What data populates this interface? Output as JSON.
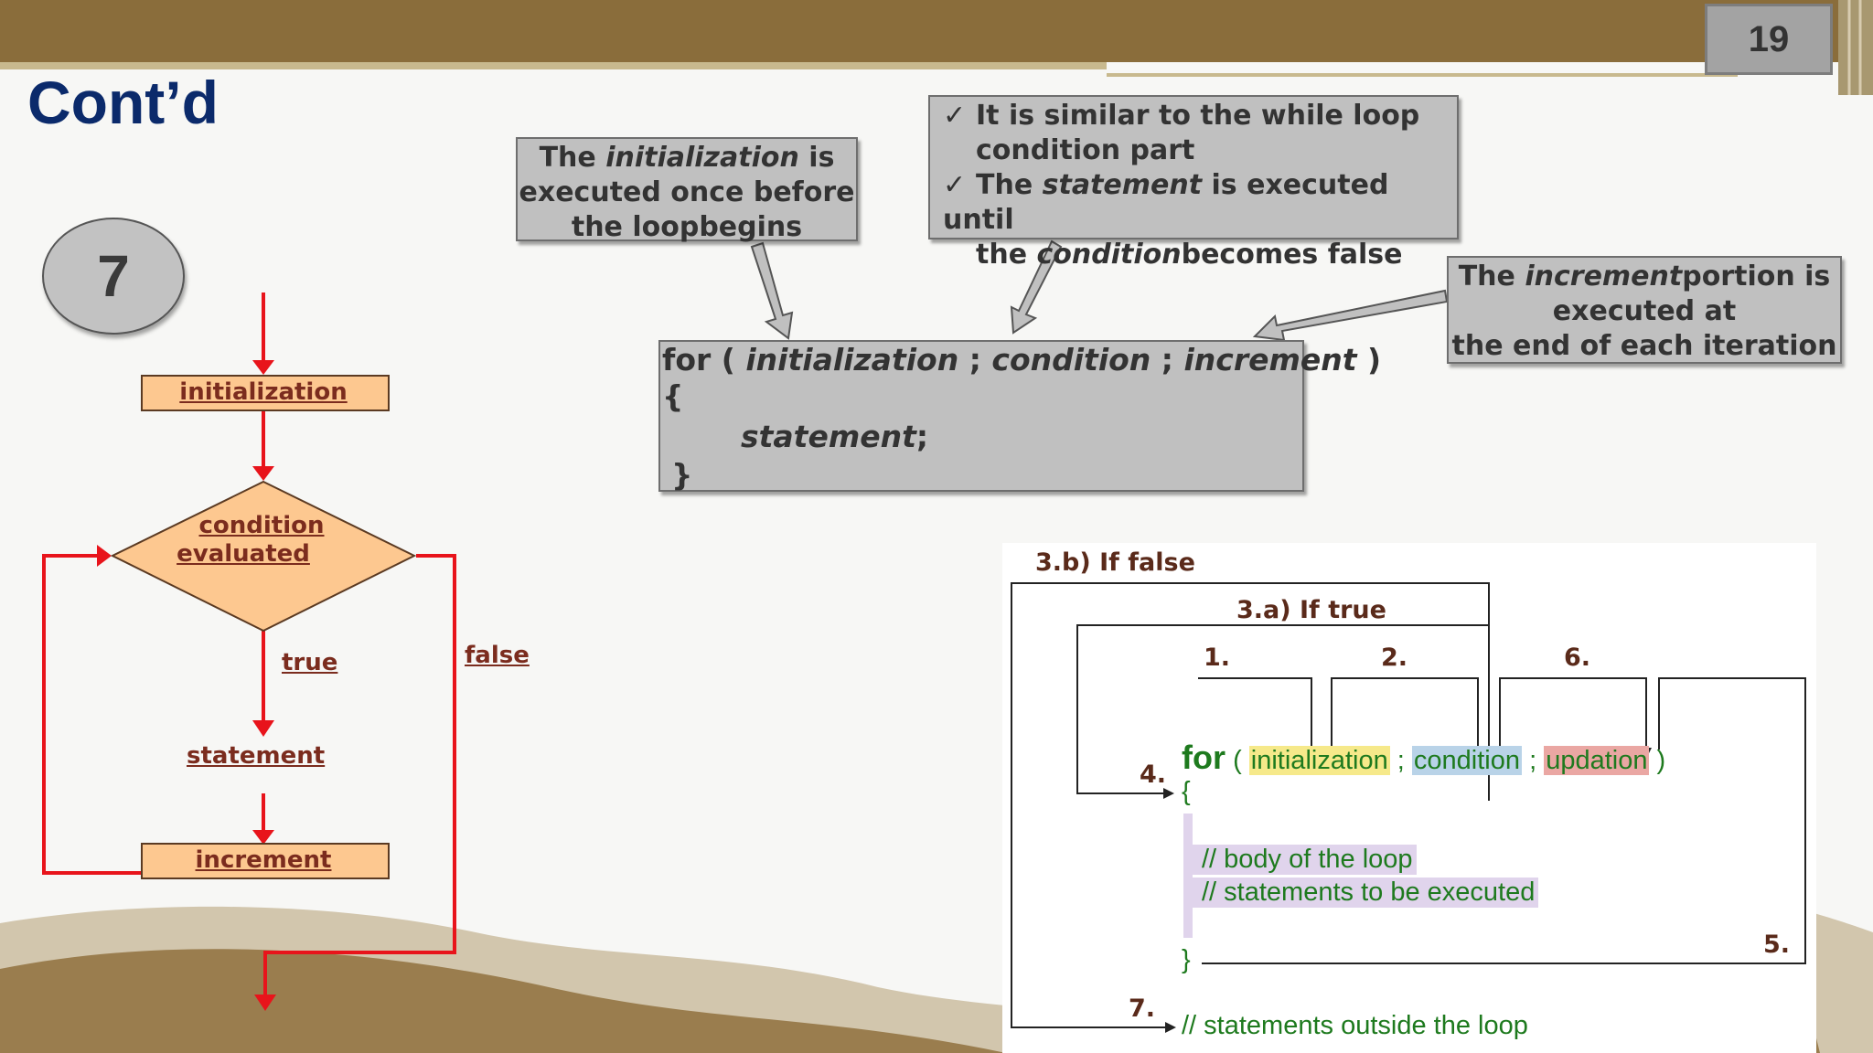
{
  "slide": {
    "number": "19",
    "title": "Cont’d",
    "step_badge": "7"
  },
  "flowchart": {
    "initialization": "initialization",
    "condition_line1": "condition",
    "condition_line2": "evaluated",
    "true_label": "true",
    "false_label": "false",
    "statement": "statement",
    "increment": "increment"
  },
  "callouts": {
    "init_pre": "The ",
    "init_em": "initialization",
    "init_post": " is",
    "init_line2": "executed once before",
    "init_line3": "the loopbegins",
    "cond_line1": "It is similar to the while loop",
    "cond_line2": "condition part",
    "cond_line3_pre": "The ",
    "cond_line3_em": "statement",
    "cond_line3_post": " is executed until",
    "cond_line4_pre": "the ",
    "cond_line4_em": "condition",
    "cond_line4_post": "becomes false",
    "check_mark": "✓",
    "inc_pre": "The ",
    "inc_em": "increment",
    "inc_post": "portion is",
    "inc_line2": "executed at",
    "inc_line3": "the end of each iteration"
  },
  "syntax_box": {
    "for_open": "for ( ",
    "init": "initialization",
    "sep1": " ; ",
    "cond": "condition",
    "sep2": " ; ",
    "inc": "increment",
    "close": " )",
    "brace_open": "{",
    "statement": "statement",
    "semicolon": ";",
    "brace_close": "}"
  },
  "diagram": {
    "if_false": "3.b) If false",
    "if_true": "3.a) If true",
    "n1": "1.",
    "n2": "2.",
    "n4": "4.",
    "n5": "5.",
    "n6": "6.",
    "n7": "7.",
    "kw_for": "for",
    "paren_open": "(",
    "init": "initialization",
    "semi": ";",
    "cond": "condition",
    "upd": "updation",
    "paren_close": ")",
    "brace_open": "{",
    "body1": "// body of the loop",
    "body2": "// statements to be executed",
    "brace_close": "}",
    "outside": "// statements outside the loop",
    "colors": {
      "init_bg": "#f6e98a",
      "cond_bg": "#b9d3e8",
      "upd_bg": "#eaa7a3",
      "body_bg": "#e0d4ec",
      "code_green": "#1e7a1e"
    }
  }
}
